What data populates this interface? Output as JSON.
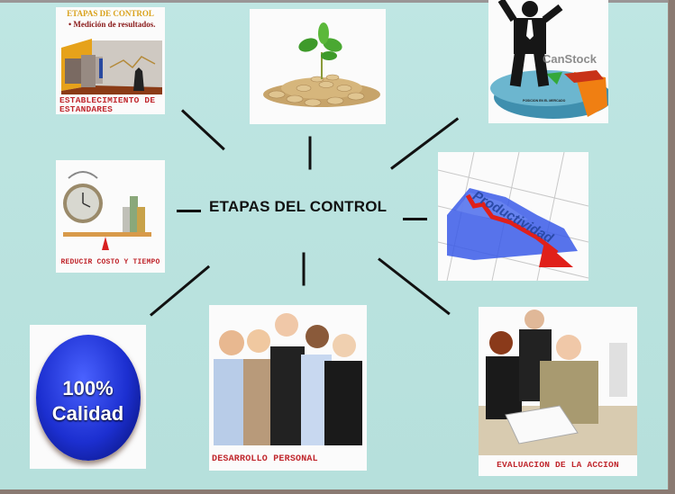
{
  "diagram": {
    "center_title": "ETAPAS DEL CONTROL",
    "nodes": [
      {
        "id": "establecimiento",
        "image_title": "ETAPAS DE CONTROL",
        "image_subtitle": "• Medición de resultados.",
        "caption_line1": "ESTABLECIMIENTO DE",
        "caption_line2": "ESTANDARES"
      },
      {
        "id": "inversion",
        "image": "plant-growing-from-coins"
      },
      {
        "id": "posicion",
        "watermark": "CanStock",
        "image_label": "POSICION EN EL MERCADO"
      },
      {
        "id": "reducir",
        "caption": "REDUCIR COSTO Y TIEMPO"
      },
      {
        "id": "productividad",
        "image_label": "Productividad"
      },
      {
        "id": "calidad",
        "line1": "100%",
        "line2": "Calidad"
      },
      {
        "id": "desarrollo",
        "caption": "DESARROLLO PERSONAL"
      },
      {
        "id": "evaluacion",
        "caption": "EVALUACION DE LA ACCION"
      }
    ]
  },
  "colors": {
    "background": "#bfe6e3",
    "caption_red": "#c0272d",
    "connector": "#111111",
    "calidad_blue": "#1c2fd0"
  }
}
